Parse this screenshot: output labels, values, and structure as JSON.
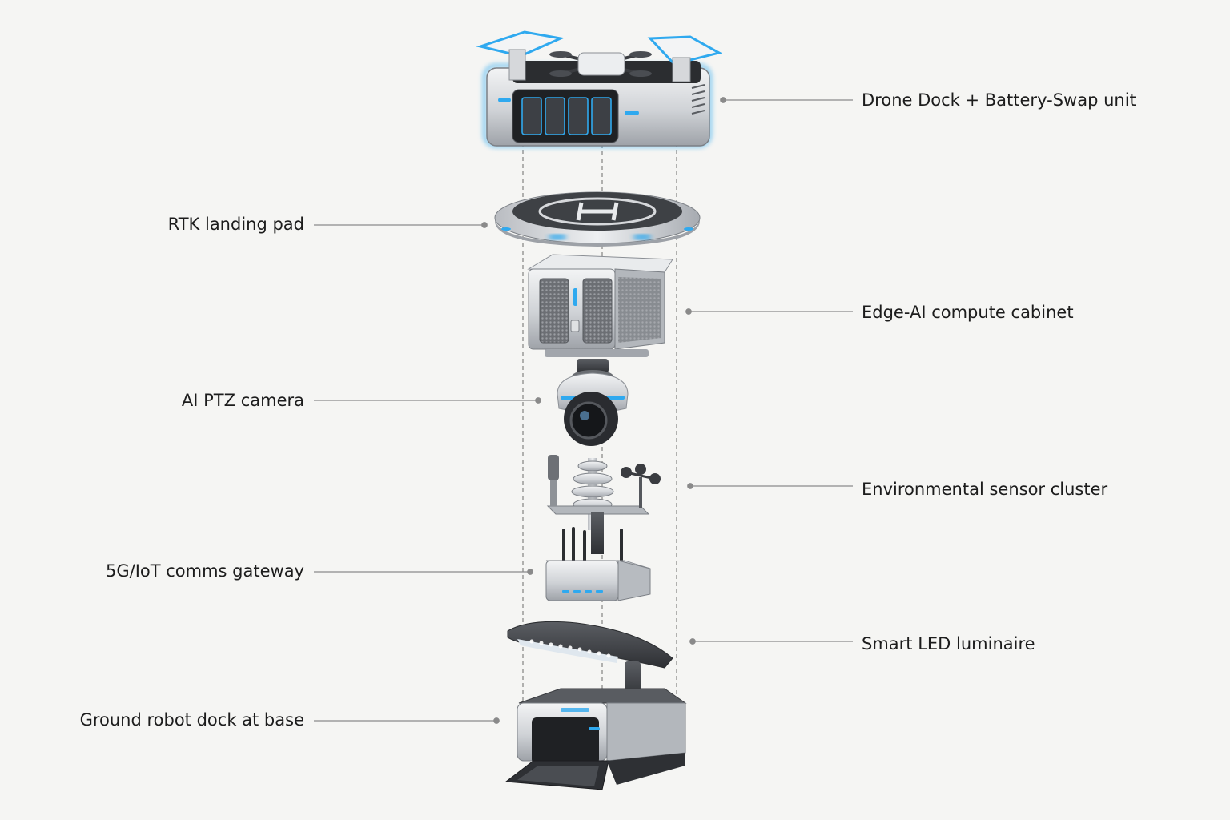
{
  "colors": {
    "background": "#f5f5f3",
    "leader_line": "#8a8a8a",
    "accent_glow": "#2fa9ef",
    "metal_light": "#e4e6e8",
    "metal_dark": "#4a4d52",
    "pad_dark": "#3e4145"
  },
  "callouts": {
    "drone_dock": "Drone Dock + Battery-Swap unit",
    "rtk_pad": "RTK landing pad",
    "edge_ai": "Edge-AI compute cabinet",
    "ptz_camera": "AI PTZ camera",
    "env_sensor": "Environmental sensor cluster",
    "gateway": "5G/IoT comms gateway",
    "luminaire": "Smart LED luminaire",
    "robot_dock": "Ground robot dock at base"
  },
  "icons": {
    "landing_pad_mark": "helipad-h-icon"
  }
}
